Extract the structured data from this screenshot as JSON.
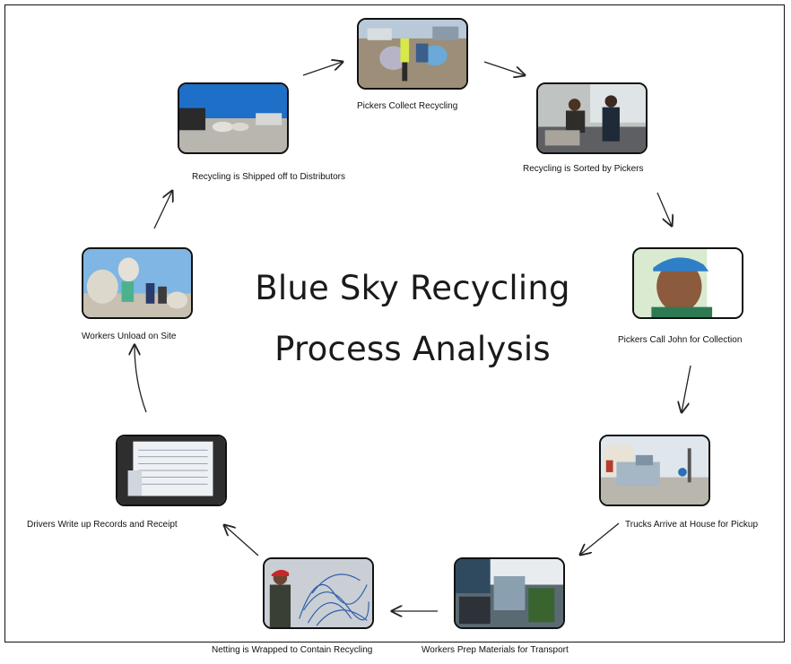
{
  "title": {
    "line1": "Blue Sky Recycling",
    "line2": "Process Analysis"
  },
  "steps": [
    {
      "label": "Pickers Collect  Recycling",
      "icon": "photo-pickers-collect"
    },
    {
      "label": "Recycling  is Sorted by Pickers",
      "icon": "photo-sorting"
    },
    {
      "label": "Pickers Call John for Collection",
      "icon": "photo-john-portrait"
    },
    {
      "label": "Trucks Arrive at House  for Pickup",
      "icon": "photo-truck-street"
    },
    {
      "label": "Workers Prep Materials for Transport",
      "icon": "photo-workers-prep"
    },
    {
      "label": "Netting  is Wrapped to Contain  Recycling",
      "icon": "photo-netting"
    },
    {
      "label": "Drivers Write up Records and Receipt",
      "icon": "photo-records-book"
    },
    {
      "label": "Workers Unload  on Site",
      "icon": "photo-unload-bags"
    },
    {
      "label": "Recycling  is Shipped off to Distributors",
      "icon": "photo-shipping-yard"
    }
  ]
}
